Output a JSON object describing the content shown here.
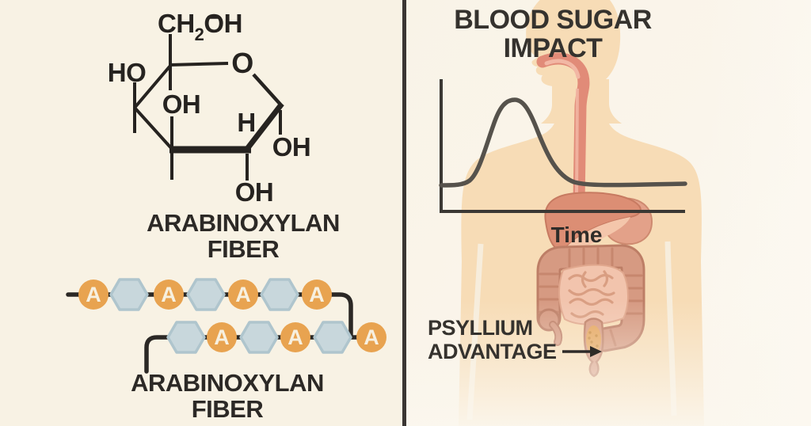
{
  "left_panel": {
    "molecule": {
      "formula": {
        "prefix": "CH",
        "subscript": "2",
        "suffix": "OH"
      },
      "ring_oxygen": "O",
      "hydroxyl_left": "HO",
      "hydroxyl_inner": "OH",
      "hydrogen": "H",
      "hydroxyl_right": "OH",
      "hydroxyl_bottom": "OH",
      "caption": {
        "line1": "ARABINOXYLAN",
        "line2": "FIBER"
      }
    },
    "chain": {
      "arabinose_unit_label": "A",
      "caption": {
        "line1": "ARABINOXYLAN",
        "line2": "FIBER"
      }
    }
  },
  "right_panel": {
    "title": {
      "line1": "BLOOD SUGAR",
      "line2": "IMPACT"
    },
    "time_axis_label": "Time",
    "annotation": {
      "line1": "PSYLLIUM",
      "line2": "ADVANTAGE"
    }
  },
  "colors": {
    "background_left": "#F8F2E4",
    "background_right": "#FAF4E9",
    "divider": "#3A3633",
    "ink": "#262320",
    "arabinose_orange": "#E8A350",
    "xylose_blue": "#C8D7DC",
    "xylose_border": "#AFC5CD",
    "unit_letter_cream": "#F7F0E0",
    "skin": "#F7DCB6",
    "esophagus_salmon": "#E18B78",
    "liver_salmon": "#DC8E74",
    "colon": "#D69A82",
    "colon_outline": "#BD7E66",
    "small_intestine": "#F2C4AD",
    "psyllium_orange": "#E5A55D",
    "curve_gray": "#56524C",
    "axis_dark": "#3B3834"
  }
}
